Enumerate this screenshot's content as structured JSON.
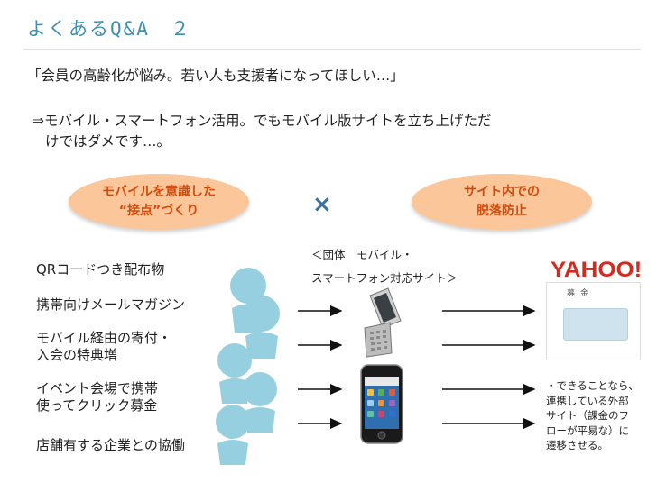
{
  "title": "よくあるQ&A　２",
  "quote": "「会員の高齢化が悩み。若い人も支援者になってほしい…」",
  "point": {
    "line1": "⇒モバイル・スマートフォン活用。でもモバイル版サイトを立ち上げただ",
    "line2": "けではダメです…。"
  },
  "oval_left": {
    "line1": "モバイルを意識した",
    "line2": "“接点”づくり"
  },
  "times": "×",
  "oval_right": {
    "line1": "サイト内での",
    "line2": "脱落防止"
  },
  "caption": {
    "line1": "＜団体　モバイル・",
    "line2": "スマートフォン対応サイト＞"
  },
  "items": [
    {
      "line1": "QRコードつき配布物"
    },
    {
      "line1": "携帯向けメールマガジン"
    },
    {
      "line1": "モバイル経由の寄付・",
      "line2": "入会の特典増"
    },
    {
      "line1": "イベント会場で携帯",
      "line2": "使ってクリック募金"
    },
    {
      "line1": "店舗有する企業との協働"
    }
  ],
  "logo": "YAHOO!",
  "donation_label": "募金",
  "note": {
    "line1": "・できることなら、",
    "line2": "連携している外部",
    "line3": "サイト（課金のフ",
    "line4": "ローが平易な）に",
    "line5": "遷移させる。"
  },
  "colors": {
    "title": "#3d8fb4",
    "oval_fill": "#fbc79a",
    "oval_text": "#d14a0c",
    "person": "#96d0e0",
    "logo": "#d62a1f"
  }
}
